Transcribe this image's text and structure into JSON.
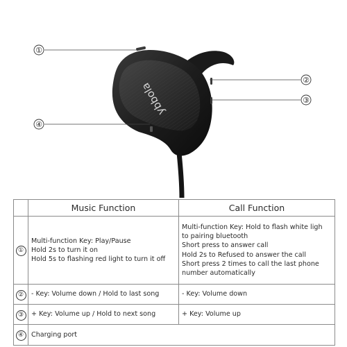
{
  "brand_text": "ybbola",
  "callouts": [
    {
      "label": "①"
    },
    {
      "label": "②"
    },
    {
      "label": "③"
    },
    {
      "label": "④"
    }
  ],
  "table": {
    "headers": {
      "music": "Music Function",
      "call": "Call Function"
    },
    "rows": [
      {
        "num": "①",
        "music": [
          "Multi-function Key: Play/Pause",
          "Hold 2s to turn it on",
          "Hold 5s to flashing red light to turn it off"
        ],
        "call": [
          "Multi-function Key: Hold to flash white ligh",
          "to pairing bluetooth",
          "Short press to answer call",
          "Hold 2s to Refused to answer the call",
          "Short press 2 times to call the last phone",
          "number automatically"
        ]
      },
      {
        "num": "②",
        "music": [
          "- Key: Volume down / Hold to last song"
        ],
        "call": [
          "- Key: Volume down"
        ]
      },
      {
        "num": "③",
        "music": [
          "+ Key: Volume up / Hold to next song"
        ],
        "call": [
          "+ Key: Volume up"
        ]
      },
      {
        "num": "④",
        "span": [
          "Charging port"
        ]
      }
    ]
  },
  "colors": {
    "device_body": "#1c1c1c",
    "device_face": "#2a2a2a",
    "lines": "#444444",
    "table_border": "#8a8a8a"
  }
}
